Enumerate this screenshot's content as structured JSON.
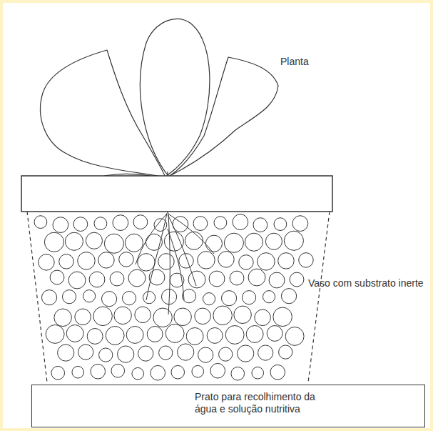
{
  "diagram": {
    "nodes": [
      {
        "text": [
          "Prato para recolhimento da água e solução nutritiva"
        ]
      }
    ],
    "labels": [
      "Planta",
      "Vaso com substrato inerte"
    ]
  }
}
